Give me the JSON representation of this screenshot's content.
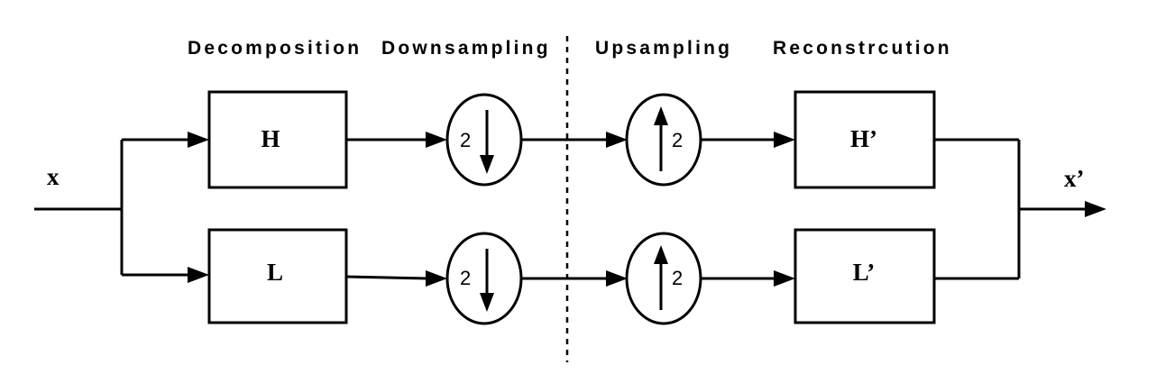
{
  "stages": {
    "decomposition": "Decomposition",
    "downsampling": "Downsampling",
    "upsampling": "Upsampling",
    "reconstruction": "Reconstrcution"
  },
  "signals": {
    "input": "x",
    "output": "x’"
  },
  "blocks": {
    "analysis_high": "H",
    "analysis_low": "L",
    "synthesis_high": "H’",
    "synthesis_low": "L’"
  },
  "samplers": {
    "down_high_factor": "2",
    "down_low_factor": "2",
    "up_high_factor": "2",
    "up_low_factor": "2"
  }
}
